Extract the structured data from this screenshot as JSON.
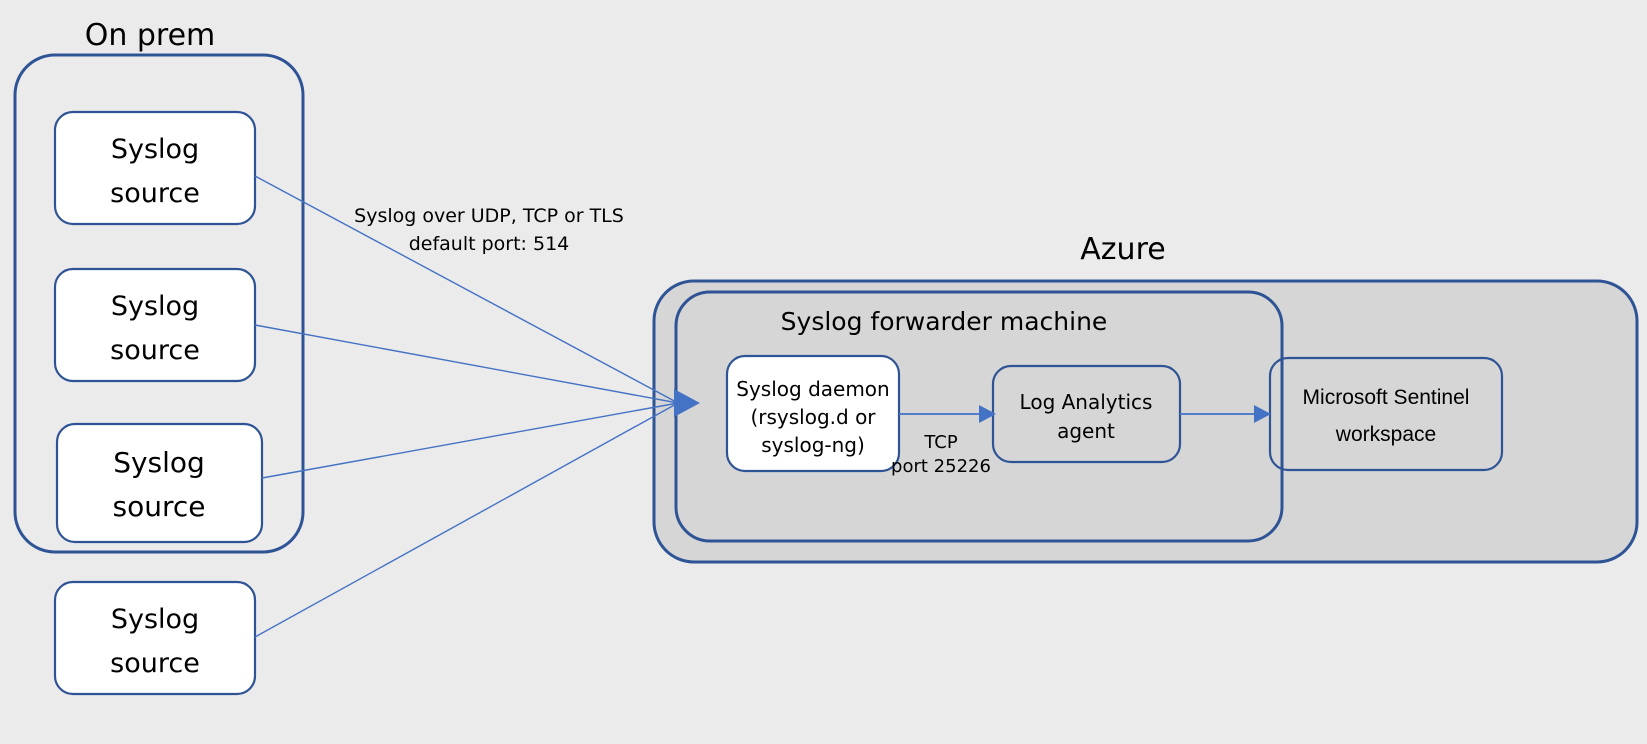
{
  "diagram": {
    "title_onprem": "On prem",
    "title_azure": "Azure",
    "title_forwarder": "Syslog forwarder machine",
    "background_color": "#ebebeb",
    "group_fill_color": "#d6d6d6",
    "border_color": "#2f5496",
    "connector_color": "#4472c4"
  },
  "onprem": {
    "label": "On prem",
    "sources": [
      {
        "line1": "Syslog",
        "line2": "source"
      },
      {
        "line1": "Syslog",
        "line2": "source"
      },
      {
        "line1": "Syslog",
        "line2": "source"
      }
    ]
  },
  "external_source": {
    "line1": "Syslog",
    "line2": "source"
  },
  "azure": {
    "label": "Azure",
    "forwarder": {
      "label": "Syslog forwarder machine",
      "daemon": {
        "line1": "Syslog daemon",
        "line2": "(rsyslog.d or",
        "line3": "syslog-ng)"
      },
      "agent": {
        "line1": "Log Analytics",
        "line2": "agent"
      }
    },
    "workspace": {
      "line1": "Microsoft Sentinel",
      "line2": "workspace"
    }
  },
  "connectors": [
    {
      "id": "syslog-ingest",
      "label_line1": "Syslog over UDP, TCP or TLS",
      "label_line2": "default port: 514"
    },
    {
      "id": "daemon-to-agent",
      "label_line1": "TCP",
      "label_line2": "port 25226"
    },
    {
      "id": "agent-to-workspace",
      "label_line1": "",
      "label_line2": ""
    }
  ]
}
